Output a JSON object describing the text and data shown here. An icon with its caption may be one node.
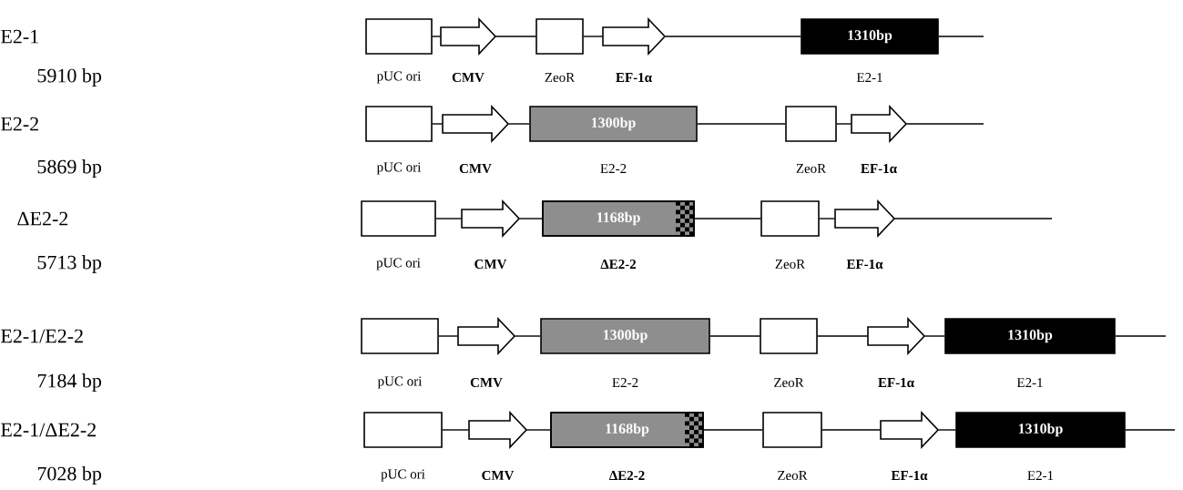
{
  "diagram": {
    "nodes": [
      {
        "text": [
          "pUC ori"
        ]
      },
      {
        "text": [
          "CMV"
        ]
      },
      {
        "text": [
          "ZeoR"
        ]
      },
      {
        "text": [
          "EF-1α"
        ]
      },
      {
        "text": [
          "1310bp",
          "E2-1"
        ]
      },
      {
        "text": [
          "pUC ori"
        ]
      },
      {
        "text": [
          "CMV"
        ]
      },
      {
        "text": [
          "1300bp",
          "E2-2"
        ]
      },
      {
        "text": [
          "ZeoR"
        ]
      },
      {
        "text": [
          "EF-1α"
        ]
      },
      {
        "text": [
          "pUC ori"
        ]
      },
      {
        "text": [
          "CMV"
        ]
      },
      {
        "text": [
          "1168bp",
          "ΔE2-2"
        ]
      },
      {
        "text": [
          "ZeoR"
        ]
      },
      {
        "text": [
          "EF-1α"
        ]
      },
      {
        "text": [
          "pUC ori"
        ]
      },
      {
        "text": [
          "CMV"
        ]
      },
      {
        "text": [
          "1300bp",
          "E2-2"
        ]
      },
      {
        "text": [
          "ZeoR"
        ]
      },
      {
        "text": [
          "EF-1α"
        ]
      },
      {
        "text": [
          "1310bp",
          "E2-1"
        ]
      },
      {
        "text": [
          "pUC ori"
        ]
      },
      {
        "text": [
          "CMV"
        ]
      },
      {
        "text": [
          "1168bp",
          "ΔE2-2"
        ]
      },
      {
        "text": [
          "ZeoR"
        ]
      },
      {
        "text": [
          "EF-1α"
        ]
      },
      {
        "text": [
          "1310bp",
          "E2-1"
        ]
      }
    ],
    "edges": [
      {
        "from": 0,
        "to": 1,
        "arrow": "none"
      },
      {
        "from": 1,
        "to": 2,
        "arrow": "none"
      },
      {
        "from": 2,
        "to": 3,
        "arrow": "none"
      },
      {
        "from": 3,
        "to": 4,
        "arrow": "none"
      },
      {
        "from": 4,
        "to": null,
        "arrow": "none"
      },
      {
        "from": 5,
        "to": 6,
        "arrow": "none"
      },
      {
        "from": 6,
        "to": 7,
        "arrow": "none"
      },
      {
        "from": 7,
        "to": 8,
        "arrow": "none"
      },
      {
        "from": 8,
        "to": 9,
        "arrow": "none"
      },
      {
        "from": 9,
        "to": null,
        "arrow": "none"
      },
      {
        "from": 10,
        "to": 11,
        "arrow": "none"
      },
      {
        "from": 11,
        "to": 12,
        "arrow": "none"
      },
      {
        "from": 12,
        "to": 13,
        "arrow": "none"
      },
      {
        "from": 13,
        "to": 14,
        "arrow": "none"
      },
      {
        "from": 14,
        "to": null,
        "arrow": "none"
      },
      {
        "from": 15,
        "to": 16,
        "arrow": "none"
      },
      {
        "from": 16,
        "to": 17,
        "arrow": "none"
      },
      {
        "from": 17,
        "to": 18,
        "arrow": "none"
      },
      {
        "from": 18,
        "to": 19,
        "arrow": "none"
      },
      {
        "from": 19,
        "to": 20,
        "arrow": "none"
      },
      {
        "from": 20,
        "to": null,
        "arrow": "none"
      },
      {
        "from": 21,
        "to": 22,
        "arrow": "none"
      },
      {
        "from": 22,
        "to": 23,
        "arrow": "none"
      },
      {
        "from": 23,
        "to": 24,
        "arrow": "none"
      },
      {
        "from": 24,
        "to": 25,
        "arrow": "none"
      },
      {
        "from": 25,
        "to": 26,
        "arrow": "none"
      },
      {
        "from": 26,
        "to": null,
        "arrow": "none"
      }
    ],
    "labels": [
      "E2-1",
      "5910 bp",
      "E2-2",
      "5869 bp",
      "ΔE2-2",
      "5713 bp",
      "E2-1/E2-2",
      "7184 bp",
      "E2-1/ΔE2-2",
      "7028 bp"
    ]
  }
}
